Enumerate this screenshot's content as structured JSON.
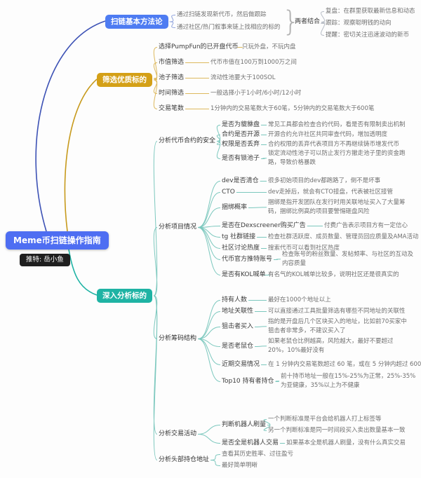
{
  "colors": {
    "root_bg": "#4e6ef2",
    "branch_method_bg": "#4e7cf2",
    "branch_filter_bg": "#d4a017",
    "branch_analyze_bg": "#1fb3a4",
    "twitter_bg": "#1f1f1f"
  },
  "root": {
    "title": "Meme币扫链操作指南",
    "subtitle": "推特: 岳小鱼"
  },
  "branch1": {
    "label": "扫链基本方法论",
    "methods": [
      "通过扫链发现新代币，然后做跟踪",
      "通过社区/热门叙事来链上找相应的标的"
    ],
    "combine_label": "两者结合",
    "results": [
      "复盘：在群里获取最新信息和动态",
      "跟踪：观察聪明钱的动向",
      "提醒：密切关注迅速波动的新币"
    ]
  },
  "branch2": {
    "label": "筛选优质标的",
    "items": [
      {
        "label": "选择PumpFun的已开盘代币",
        "desc": "只玩外盘，不玩内盘"
      },
      {
        "label": "市值筛选",
        "desc": "代币市值在100万到1000万之间"
      },
      {
        "label": "池子筛选",
        "desc": "流动性池要大于100SOL"
      },
      {
        "label": "时间筛选",
        "desc": "一般选择小于1小时/6小时/12小时"
      },
      {
        "label": "交易笔数",
        "desc": "1分钟内的交易笔数大于60笔，5分钟内的交易笔数大于600笔"
      }
    ]
  },
  "branch3": {
    "label": "深入分析标的",
    "sections": [
      {
        "label": "分析代币合约的安全",
        "items": [
          {
            "label": "是否为貔貅盘",
            "desc": "常见工具都会检查合约代码，看是否有限制卖出机制"
          },
          {
            "label": "合约是否开源",
            "desc": "开源合约允许社区共同审查代码，增加透明度"
          },
          {
            "label": "权限是否丢弃",
            "desc": "合约权限的丢弃代表项目方不再继续铸币增发代币"
          },
          {
            "label": "是否有锁池子",
            "desc": "锁定流动性池子可以防止发行方撤走池子里的资金跑路，导致价格暴跌"
          }
        ]
      },
      {
        "label": "分析项目情况",
        "items": [
          {
            "label": "dev是否清仓",
            "desc": "很多初始项目的dev都跑路了，倒不是坏事"
          },
          {
            "label": "CTO",
            "desc": "dev走掉后，就会有CTO接盘，代表被社区接管"
          },
          {
            "label": "捆绑概率",
            "desc": "捆绑是指开发团队在发行时用关联地址买入了大量筹码，捆绑比例高的项目要警惕砸盘风险"
          },
          {
            "label": "是否在Dexscreener购买广告",
            "desc": "付费广告表示项目方有一定信心"
          },
          {
            "label": "tg 社群链接",
            "desc": "检查社群活跃度、成员数量、管理员回应质量及AMA活动"
          },
          {
            "label": "社区讨论热度",
            "desc": "搜索代币可以看到社区热度"
          },
          {
            "label": "代币官方推特账号",
            "desc": "检查账号的粉丝数量、发帖频率、与社区的互动及内容质量"
          },
          {
            "label": "是否有KOL喊单",
            "desc": "有名气的KOL喊单比较多，说明社区还是很真实的"
          }
        ]
      },
      {
        "label": "分析筹码结构",
        "items": [
          {
            "label": "持有人数",
            "desc": "最好在1000个地址以上"
          },
          {
            "label": "地址关联性",
            "desc": "可以直接通过工具批量筛选有哪些不同地址的关联性"
          },
          {
            "label": "狙击者买入",
            "desc": "指的是开盘后几个区块买入的地址，比如前70买家中狙击者非常多，不建议买入了"
          },
          {
            "label": "是否老鼠仓",
            "desc": "如果老鼠仓比例越高，风险越大，最好不要超过20%，10%最好没有"
          },
          {
            "label": "近期交易情况",
            "desc": "在 1 分钟内交易笔数超过 60 笔，或在 5 分钟内超过 600 笔"
          },
          {
            "label": "Top10 持有者持仓",
            "desc": "前十持币地址一般在15%-25%为正常，25%-35%为亚健康，35%以上为不健康"
          }
        ]
      },
      {
        "label": "分析交易活动",
        "items": [
          {
            "label": "判断机器人刷量",
            "desc_lines": [
              "一个判断标准是平台会给机器人打上标签等",
              "另一个判断标准是同一时间段买入卖出数量基本一致"
            ]
          },
          {
            "label": "是否全是机器人交易",
            "desc": "如果基本全是机器人刷量，没有什么真实交易"
          }
        ]
      },
      {
        "label": "分析头部持仓地址",
        "items": [
          {
            "desc": "查看其历史胜率、过往盈亏"
          },
          {
            "desc": "最好简单明晰"
          }
        ]
      }
    ]
  }
}
